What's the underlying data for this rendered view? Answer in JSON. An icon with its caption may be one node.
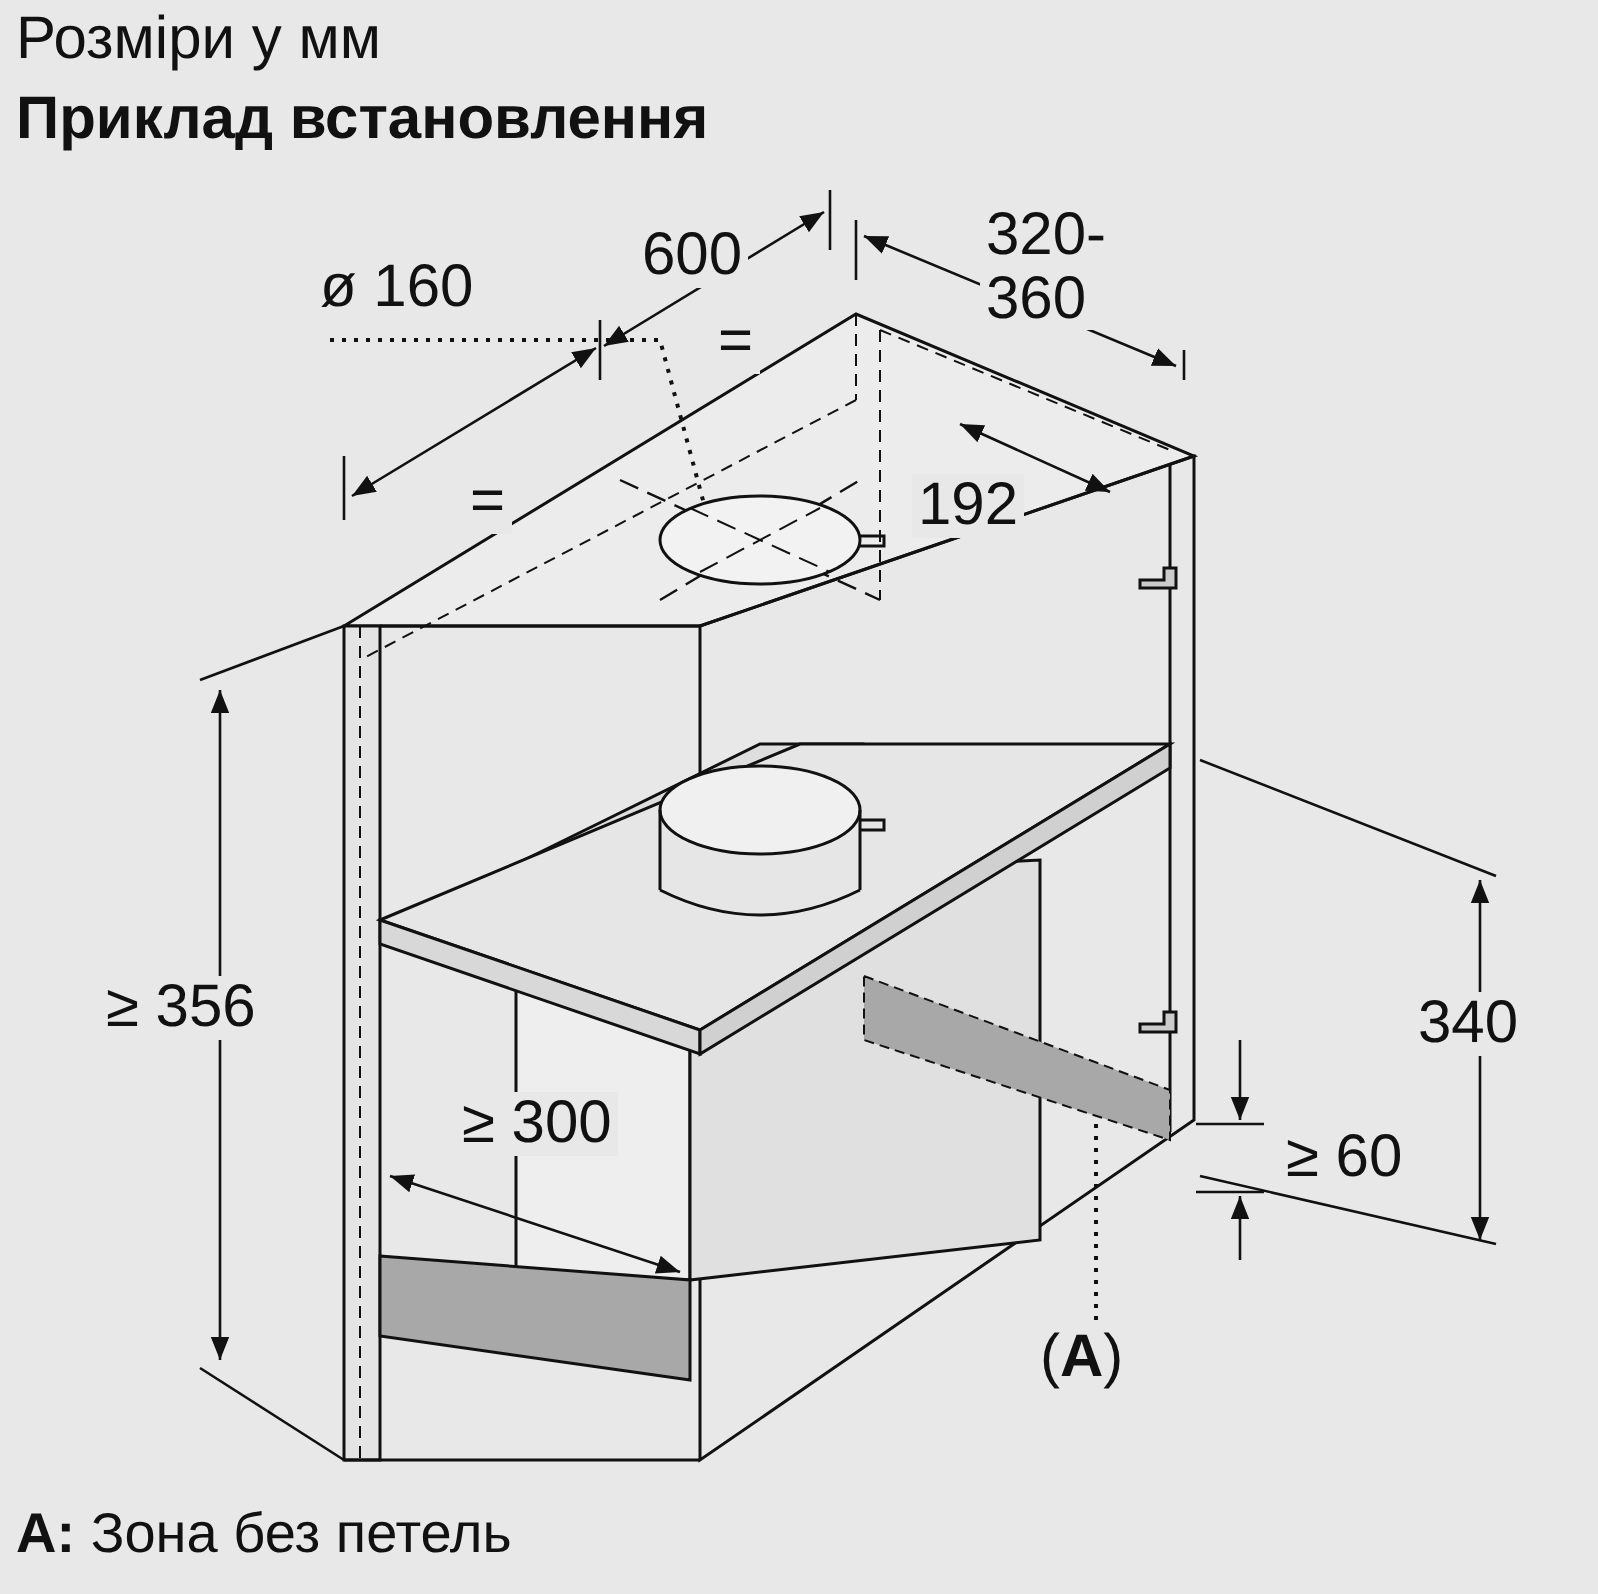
{
  "diagram": {
    "title": "Приклад встановлення",
    "caption": "**A:** Зона без петель",
    "nodes": [
      {
        "text": [
          "ø 160"
        ]
      },
      {
        "text": [],
        "shape": "circle"
      },
      {
        "text": [],
        "shape": "bar"
      },
      {
        "text": [
          "(**A**)"
        ]
      }
    ],
    "edges": [
      {
        "from": 0,
        "to": 1,
        "arrow": "none",
        "style": "dashed"
      },
      {
        "from": 3,
        "to": 2,
        "arrow": "none",
        "style": "dashed"
      }
    ],
    "labels": [
      "Розміри у мм",
      "=",
      "600",
      "=",
      "320- 360",
      "192",
      "≥ 356",
      "≥ 300",
      "340",
      "≥ 60"
    ]
  }
}
